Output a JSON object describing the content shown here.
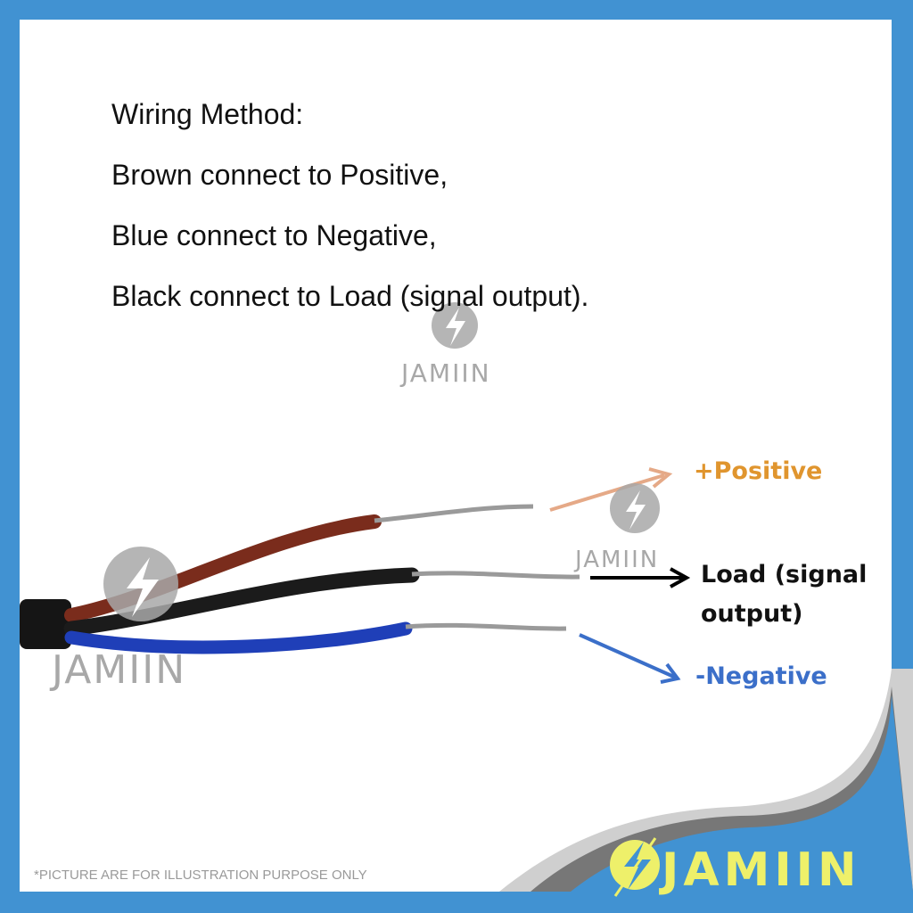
{
  "heading": "Wiring Method:",
  "lines": [
    "Brown connect to Positive,",
    "Blue connect to Negative,",
    "Black connect to Load (signal output)."
  ],
  "labels": {
    "positive": "+Positive",
    "load_line1": "Load (signal",
    "load_line2": "output)",
    "negative": "-Negative"
  },
  "watermark": "JAMIIN",
  "brand": "JAMIIN",
  "disclaimer": "*PICTURE ARE FOR ILLUSTRATION PURPOSE ONLY",
  "colors": {
    "border": "#4192d2",
    "positive": "#e0952e",
    "negative": "#3b6fc9",
    "brown_wire": "#7a2c1c",
    "blue_wire": "#1f3fb8",
    "brand": "#eef06a"
  }
}
